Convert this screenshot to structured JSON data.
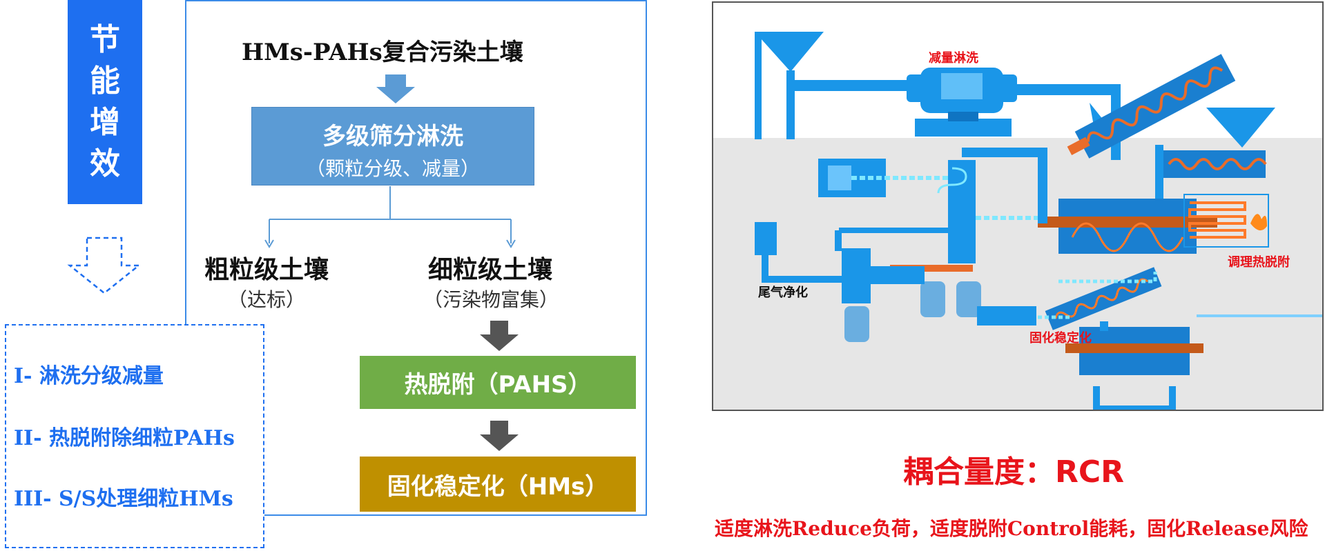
{
  "left_title": [
    "节",
    "能",
    "增",
    "效"
  ],
  "stages": {
    "s1": "I- 淋洗分级减量",
    "s2": "II- 热脱附除细粒PAHs",
    "s3": "III- S/S处理细粒HMs"
  },
  "flow": {
    "headline": "HMs-PAHs复合污染土壤",
    "screening": "多级筛分淋洗",
    "screening_sub": "（颗粒分级、减量）",
    "coarse": "粗粒级土壤",
    "coarse_sub": "（达标）",
    "fine": "细粒级土壤",
    "fine_sub": "（污染物富集）",
    "thermal": "热脱附（PAHS）",
    "solid": "固化稳定化（HMs）"
  },
  "process": {
    "wash_label": "减量淋洗",
    "tail_gas_label": "尾气净化",
    "conditioning_label": "调理热脱附",
    "stabilize_label": "固化稳定化"
  },
  "coupling": "耦合量度：RCR",
  "footer": "适度淋洗Reduce负荷，适度脱附Control能耗，固化Release风险",
  "colors": {
    "blue": "#1e6ff0",
    "flow_blue": "#5b9bd5",
    "green": "#70ad47",
    "gold": "#bf9000",
    "red": "#e8141b"
  }
}
